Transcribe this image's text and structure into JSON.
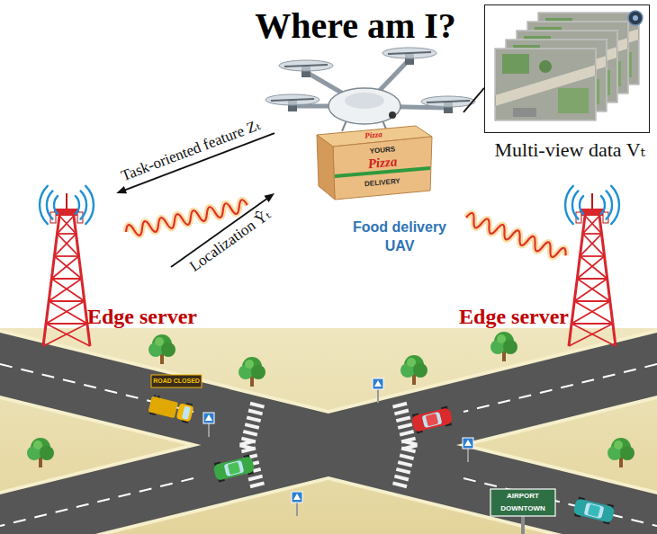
{
  "diagram": {
    "title": "Where am I?",
    "nodes": [
      {
        "text": [
          "Multi-view data Vₜ"
        ]
      },
      {
        "text": [
          "Food delivery UAV"
        ]
      },
      {
        "text": [
          "Edge server"
        ]
      },
      {
        "text": [
          "Edge server"
        ]
      }
    ],
    "edges": [
      {
        "from": 1,
        "to": 2,
        "label": "Task-oriented feature Zₜ",
        "arrow": "to"
      },
      {
        "from": 2,
        "to": 1,
        "label": "Localization Ŷₜ",
        "arrow": "to"
      },
      {
        "from": 1,
        "to": 0,
        "arrow": "none"
      }
    ],
    "labels": [
      "Pizza",
      "YOURS",
      "Pizza",
      "DELIVERY",
      "ROAD CLOSED",
      "AIRPORT",
      "DOWNTOWN"
    ]
  }
}
